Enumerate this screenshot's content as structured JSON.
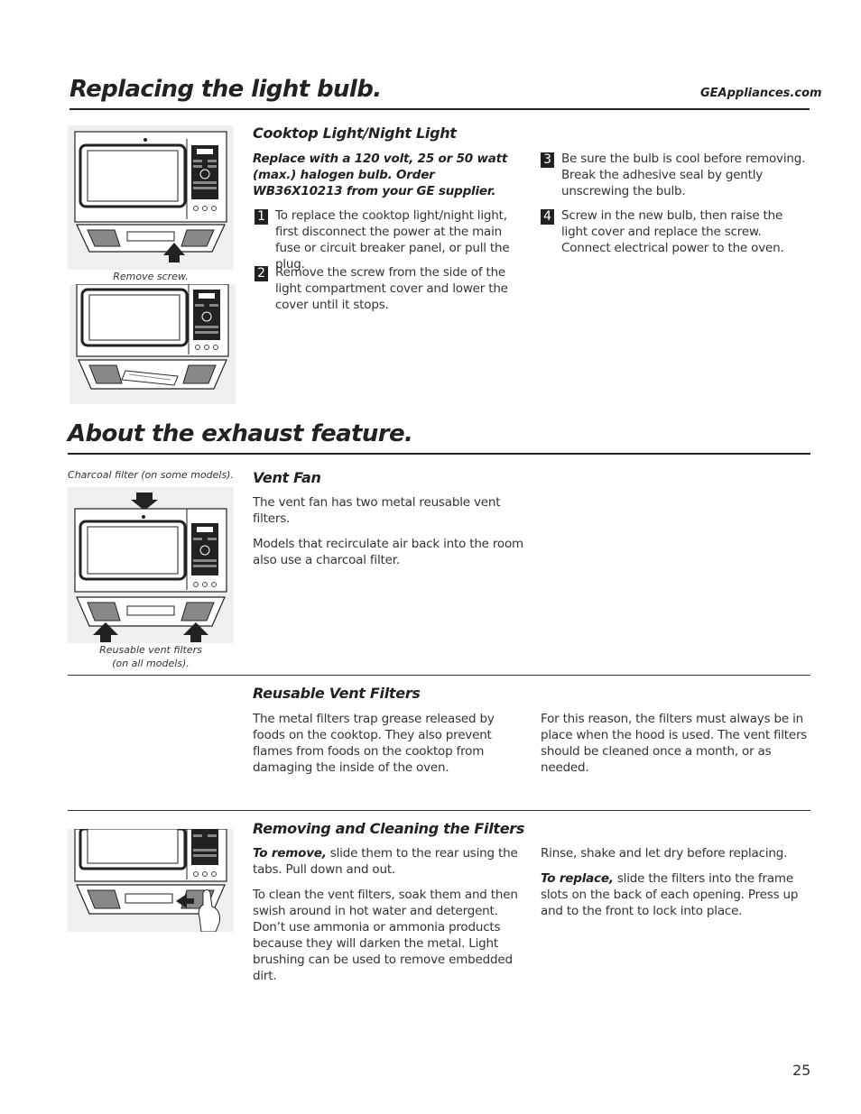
{
  "section1": {
    "title": "Replacing the light bulb.",
    "site": "GEAppliances.com",
    "subtitle": "Cooktop Light/Night Light",
    "intro": "Replace with a 120 volt, 25 or 50 watt (max.) halogen bulb. Order WB36X10213 from your GE supplier.",
    "steps": [
      {
        "num": "1",
        "text": "To replace the cooktop light/night light, first disconnect the power at the main fuse or circuit breaker panel, or pull the plug."
      },
      {
        "num": "2",
        "text": "Remove the screw from the side of the light compartment cover and lower the cover until it stops."
      },
      {
        "num": "3",
        "text": "Be sure the bulb is cool before removing. Break the adhesive seal by gently unscrewing the bulb."
      },
      {
        "num": "4",
        "text": "Screw in the new bulb, then raise the light cover and replace the screw. Connect electrical power to the oven."
      }
    ],
    "fig_caption": "Remove screw."
  },
  "section2": {
    "title": "About the exhaust feature.",
    "vent_fan": {
      "title": "Vent Fan",
      "p1": "The vent fan has two metal reusable vent filters.",
      "p2": "Models that recirculate air back into the room also use a charcoal filter.",
      "caption_top": "Charcoal filter (on some models).",
      "caption_bottom_1": "Reusable vent filters",
      "caption_bottom_2": "(on all models)."
    },
    "reusable": {
      "title": "Reusable Vent Filters",
      "left": "The metal filters trap grease released by foods on the cooktop. They also prevent flames from foods on the cooktop from damaging the inside of the oven.",
      "right": "For this reason, the filters must always be in place when the hood is used. The vent filters should be cleaned once a month, or as needed."
    },
    "removing": {
      "title": "Removing and Cleaning the Filters",
      "remove_lead": "To remove,",
      "remove_text": " slide them to the rear using the tabs. Pull down and out.",
      "clean_text": "To clean the vent filters, soak them and then swish around in hot water and detergent. Don’t use ammonia or ammonia products because they will darken the metal. Light brushing can be used to remove embedded dirt.",
      "rinse_text": "Rinse, shake and let dry before replacing.",
      "replace_lead": "To replace,",
      "replace_text": " slide the filters into the frame slots on the back of each opening. Press up and to the front to lock into place."
    }
  },
  "page_number": "25"
}
